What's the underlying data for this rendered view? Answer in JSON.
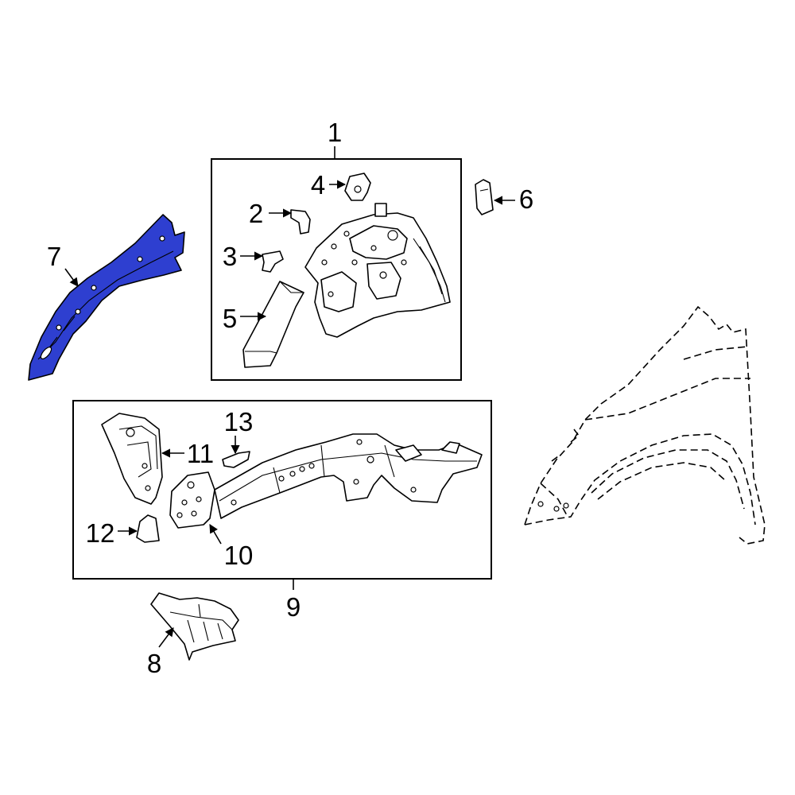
{
  "highlight_color": "#2e3fd0",
  "callouts": {
    "c1": "1",
    "c2": "2",
    "c3": "3",
    "c4": "4",
    "c5": "5",
    "c6": "6",
    "c7": "7",
    "c8": "8",
    "c9": "9",
    "c10": "10",
    "c11": "11",
    "c12": "12",
    "c13": "13"
  }
}
